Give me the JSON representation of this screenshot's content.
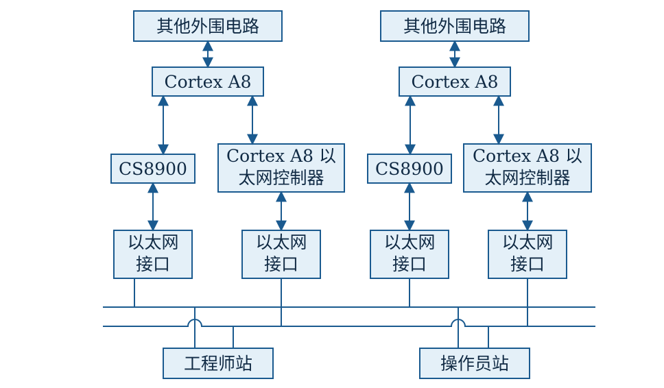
{
  "groups": [
    {
      "peripheral": "其他外围电路",
      "cpu": "Cortex A8",
      "cs8900": "CS8900",
      "controller": [
        "Cortex A8 以",
        "太网控制器"
      ],
      "port_left": [
        "以太网",
        "接口"
      ],
      "port_right": [
        "以太网",
        "接口"
      ]
    },
    {
      "peripheral": "其他外围电路",
      "cpu": "Cortex A8",
      "cs8900": "CS8900",
      "controller": [
        "Cortex A8 以",
        "太网控制器"
      ],
      "port_left": [
        "以太网",
        "接口"
      ],
      "port_right": [
        "以太网",
        "接口"
      ]
    }
  ],
  "stations": {
    "engineer": "工程师站",
    "operator": "操作员站"
  },
  "colors": {
    "box_fill": "#e4f0f8",
    "stroke": "#1a5a8f",
    "text": "#102a44"
  }
}
